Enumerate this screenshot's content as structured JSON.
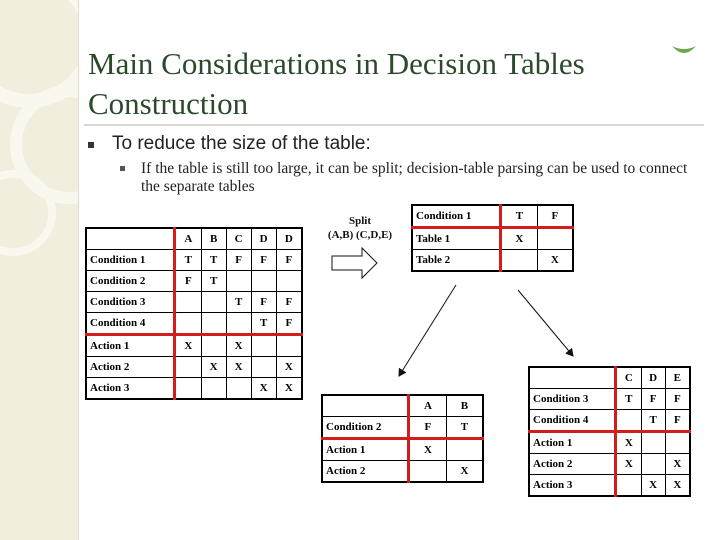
{
  "slide": {
    "title_line1": "Main Considerations in Decision Tables",
    "title_line2": "Construction",
    "bullet1": "To reduce the size of the table:",
    "bullet2": "If the table is still too large, it can be split; decision-table parsing can be used to connect the separate tables",
    "split_label": "Split",
    "split_sub": "(A,B) (C,D,E)"
  },
  "main_table": {
    "header": [
      "",
      "A",
      "B",
      "C",
      "D",
      "D"
    ],
    "rows": [
      [
        "Condition 1",
        "T",
        "T",
        "F",
        "F",
        "F"
      ],
      [
        "Condition 2",
        "F",
        "T",
        "",
        "",
        ""
      ],
      [
        "Condition 3",
        "",
        "",
        "T",
        "F",
        "F"
      ],
      [
        "Condition 4",
        "",
        "",
        "",
        "T",
        "F"
      ],
      [
        "Action 1",
        "X",
        "",
        "X",
        "",
        ""
      ],
      [
        "Action 2",
        "",
        "X",
        "X",
        "",
        "X"
      ],
      [
        "Action 3",
        "",
        "",
        "",
        "X",
        "X"
      ]
    ]
  },
  "split_table": {
    "header": [
      "Condition 1",
      "T",
      "F"
    ],
    "rows": [
      [
        "Table 1",
        "X",
        ""
      ],
      [
        "Table 2",
        "",
        "X"
      ]
    ]
  },
  "table_ab": {
    "header": [
      "",
      "A",
      "B"
    ],
    "rows": [
      [
        "Condition 2",
        "F",
        "T"
      ],
      [
        "Action 1",
        "X",
        ""
      ],
      [
        "Action 2",
        "",
        "X"
      ]
    ]
  },
  "table_cde": {
    "header": [
      "",
      "C",
      "D",
      "E"
    ],
    "rows": [
      [
        "Condition 3",
        "T",
        "F",
        "F"
      ],
      [
        "Condition 4",
        "",
        "T",
        "F"
      ],
      [
        "Action 1",
        "X",
        "",
        ""
      ],
      [
        "Action 2",
        "X",
        "",
        "X"
      ],
      [
        "Action 3",
        "",
        "X",
        "X"
      ]
    ]
  },
  "colors": {
    "title": "#2b4a2b",
    "divider": "#d21d1d",
    "sidebar": "#f1eedd",
    "leaf": "#6aa84f"
  }
}
